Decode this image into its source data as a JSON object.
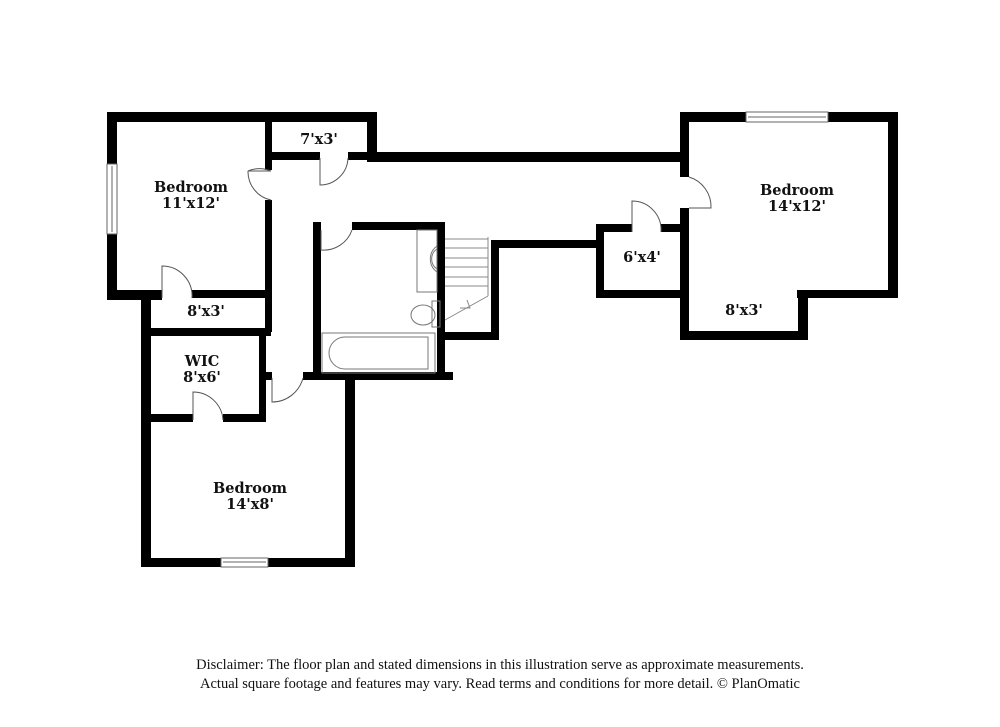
{
  "floor_plan": {
    "rooms": [
      {
        "id": "bedroom-nw",
        "name": "Bedroom",
        "dims": "11'x12'"
      },
      {
        "id": "closet-top",
        "name": "",
        "dims": "7'x3'"
      },
      {
        "id": "closet-left",
        "name": "",
        "dims": "8'x3'"
      },
      {
        "id": "wic",
        "name": "WIC",
        "dims": "8'x6'"
      },
      {
        "id": "bedroom-sw",
        "name": "Bedroom",
        "dims": "14'x8'"
      },
      {
        "id": "bedroom-e",
        "name": "Bedroom",
        "dims": "14'x12'"
      },
      {
        "id": "closet-mid",
        "name": "",
        "dims": "6'x4'"
      },
      {
        "id": "closet-right",
        "name": "",
        "dims": "8'x3'"
      }
    ],
    "wall_color": "#000000",
    "background_color": "#ffffff"
  },
  "disclaimer": {
    "line1": "Disclaimer: The floor plan and stated dimensions in this illustration serve as approximate measurements.",
    "line2": "Actual square footage and features may vary. Read terms and conditions for more detail. © PlanOmatic"
  }
}
